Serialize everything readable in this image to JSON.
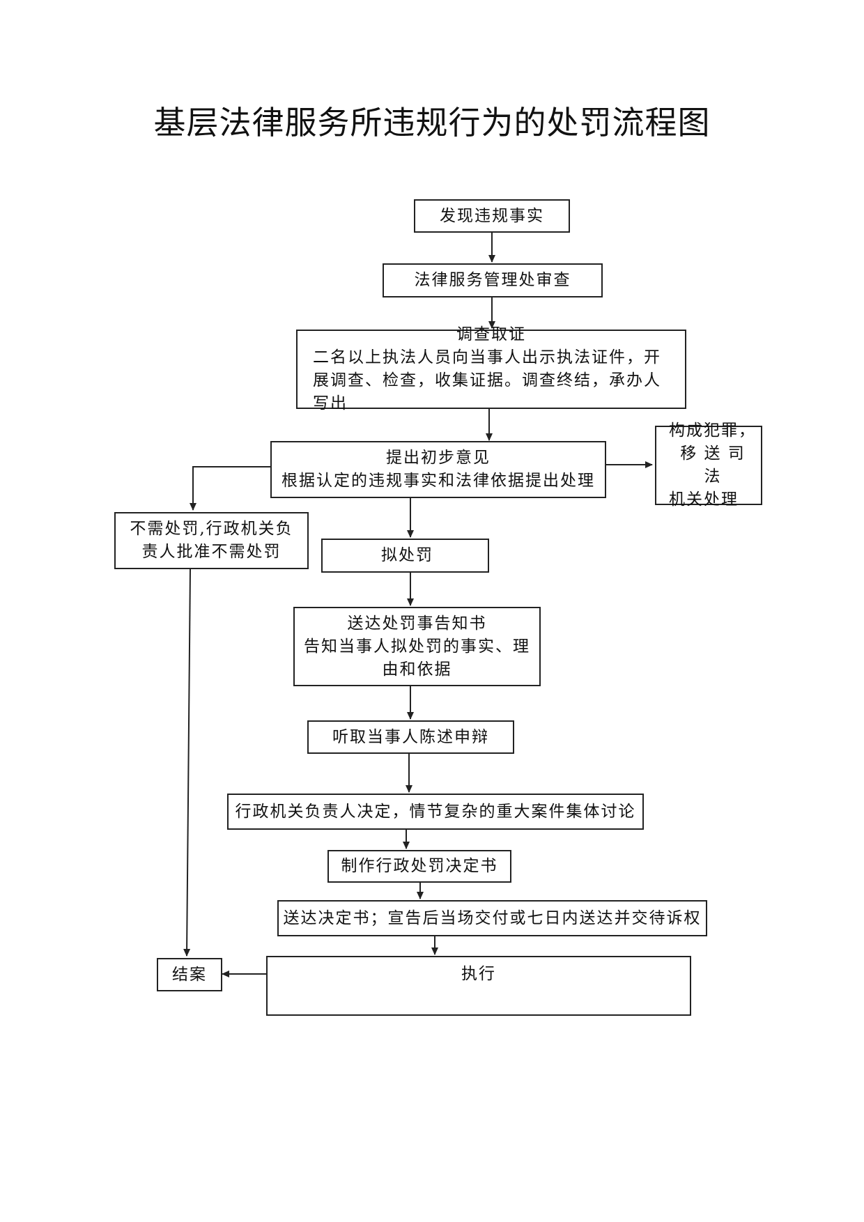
{
  "title": "基层法律服务所违规行为的处罚流程图",
  "nodes": {
    "discover": {
      "label": "发现违规事实"
    },
    "review": {
      "label": "法律服务管理处审查"
    },
    "investigate": {
      "label": "调查取证",
      "detail": "二名以上执法人员向当事人出示执法证件，开展调查、检查，收集证据。调查终结，承办人写出"
    },
    "preliminary": {
      "label": "提出初步意见",
      "detail": "根据认定的违规事实和法律依据提出处理"
    },
    "criminal": {
      "line1": "构成犯罪，",
      "line2": "移 送 司 法",
      "line3": "机关处理"
    },
    "no_penalty": {
      "line1": "不需处罚,行政机关负",
      "line2": "责人批准不需处罚"
    },
    "propose": {
      "label": "拟处罚"
    },
    "notice": {
      "label": "送达处罚事告知书",
      "line2": "告知当事人拟处罚的事实、理",
      "line3": "由和依据"
    },
    "hearing": {
      "label": "听取当事人陈述申辩"
    },
    "decision": {
      "label": "行政机关负责人决定，情节复杂的重大案件集体讨论"
    },
    "make_decision": {
      "label": "制作行政处罚决定书"
    },
    "serve": {
      "label": "送达决定书；宣告后当场交付或七日内送达并交待诉权"
    },
    "execute": {
      "label": "执行"
    },
    "close": {
      "label": "结案"
    }
  }
}
